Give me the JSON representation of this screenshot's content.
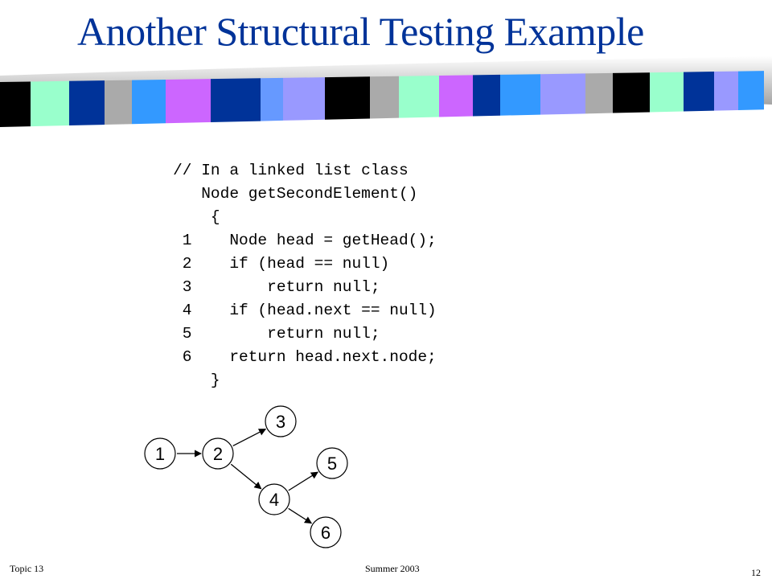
{
  "title": "Another Structural Testing Example",
  "code_lines": [
    "   // In a linked list class",
    "      Node getSecondElement()",
    "       {",
    "    1    Node head = getHead();",
    "    2    if (head == null)",
    "    3        return null;",
    "    4    if (head.next == null)",
    "    5        return null;",
    "    6    return head.next.node;",
    "       }"
  ],
  "diagram": {
    "nodes": [
      {
        "id": "1",
        "label": "1"
      },
      {
        "id": "2",
        "label": "2"
      },
      {
        "id": "3",
        "label": "3"
      },
      {
        "id": "4",
        "label": "4"
      },
      {
        "id": "5",
        "label": "5"
      },
      {
        "id": "6",
        "label": "6"
      }
    ],
    "edges": [
      {
        "from": "1",
        "to": "2"
      },
      {
        "from": "2",
        "to": "3"
      },
      {
        "from": "2",
        "to": "4"
      },
      {
        "from": "4",
        "to": "5"
      },
      {
        "from": "4",
        "to": "6"
      }
    ]
  },
  "footer": {
    "left": "Topic 13",
    "center": "Summer 2003",
    "page": "12"
  },
  "stripe_colors": [
    "#000000",
    "#99ffcc",
    "#003399",
    "#aaaaaa",
    "#3399ff",
    "#cc66ff",
    "#6699ff",
    "#9999ff"
  ]
}
